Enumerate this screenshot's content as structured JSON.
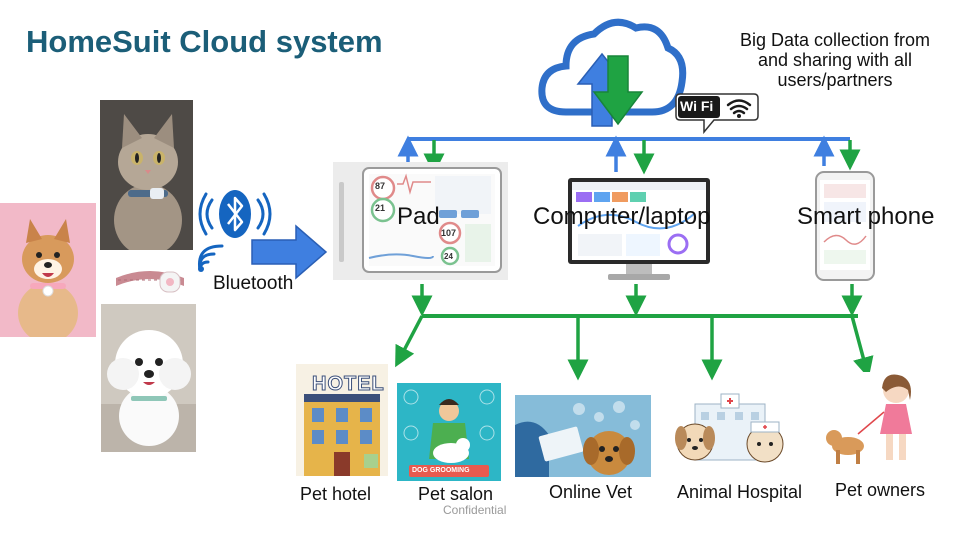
{
  "title": "HomeSuit Cloud system",
  "bigdata_text": "Big Data collection from and sharing with all users/partners",
  "wifi_label": "Wi Fi",
  "bluetooth_label": "Bluetooth",
  "devices": {
    "pad": "Pad",
    "computer": "Computer/laptop",
    "phone": "Smart phone"
  },
  "destinations": {
    "hotel": "Pet hotel",
    "salon": "Pet  salon",
    "vet": "Online Vet",
    "hospital": "Animal Hospital",
    "owners": "Pet owners"
  },
  "hotel_sign": "HOTEL",
  "grooming_sign": "DOG GROOMING",
  "pad_readings": [
    "87",
    "21",
    "107",
    "24"
  ],
  "footer": "Confidential",
  "colors": {
    "title": "#1b5e78",
    "up_arrow": "#3f7fe0",
    "down_arrow": "#1fa343",
    "bluetooth": "#1565c0",
    "cloud_outline": "#2f6fc9"
  }
}
